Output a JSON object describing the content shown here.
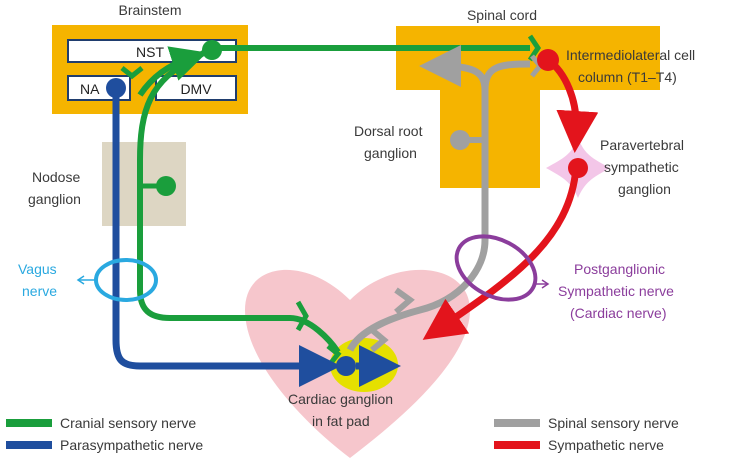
{
  "labels": {
    "brainstem": "Brainstem",
    "spinal_cord": "Spinal cord",
    "nst": "NST",
    "na": "NA",
    "dmv": "DMV",
    "iml_line1": "Intermediolateral cell",
    "iml_line2": "column (T1–T4)",
    "drg_line1": "Dorsal root",
    "drg_line2": "ganglion",
    "nodose_line1": "Nodose",
    "nodose_line2": "ganglion",
    "paravertebral_line1": "Paravertebral",
    "paravertebral_line2": "sympathetic",
    "paravertebral_line3": "ganglion",
    "vagus_line1": "Vagus",
    "vagus_line2": "nerve",
    "post_line1": "Postganglionic",
    "post_line2": "Sympathetic nerve",
    "post_line3": "(Cardiac nerve)",
    "cardiac_line1": "Cardiac ganglion",
    "cardiac_line2": "in fat pad"
  },
  "legend": {
    "cranial": "Cranial sensory nerve",
    "parasympathetic": "Parasympathetic nerve",
    "spinal": "Spinal sensory nerve",
    "sympathetic": "Sympathetic nerve"
  },
  "colors": {
    "cranial": "#1a9e3c",
    "parasympathetic": "#1f4e9e",
    "spinal": "#a0a0a0",
    "sympathetic": "#e3141c",
    "structure": "#f5b400",
    "heart": "#f6c6cc",
    "fat_pad": "#e5e000",
    "nodose": "#ddd6c3",
    "ganglion": "#f3c6e8",
    "vagus_ring": "#2aa9e0",
    "post_ring": "#8b3d9c"
  }
}
